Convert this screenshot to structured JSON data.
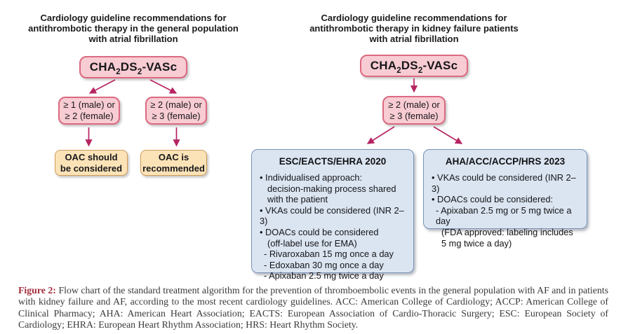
{
  "colors": {
    "pink_fill": "#f8ccd3",
    "pink_border": "#dc6a81",
    "orange_fill": "#fce3b7",
    "orange_border": "#d09c58",
    "blue_fill": "#dbe5f1",
    "blue_border": "#7793ba",
    "arrow": "#b62562",
    "caption_label": "#a32c3b"
  },
  "left_panel": {
    "title_lines": [
      "Cardiology guideline recommendations for",
      "antithrombotic therapy in the general population",
      "with atrial fibrillation"
    ],
    "score_box": {
      "parts": [
        "CHA",
        "2",
        "DS",
        "2",
        "-VASc"
      ]
    },
    "criteria_low": {
      "line1": "≥ 1 (male) or",
      "line2": "≥ 2 (female)"
    },
    "criteria_high": {
      "line1": "≥ 2 (male) or",
      "line2": "≥ 3 (female)"
    },
    "outcome_considered": {
      "line1": "OAC should",
      "line2": "be considered"
    },
    "outcome_recommended": {
      "line1": "OAC is",
      "line2": "recommended"
    }
  },
  "right_panel": {
    "title_lines": [
      "Cardiology guideline recommendations for",
      "antithrombotic therapy in kidney failure patients",
      "with atrial fibrillation"
    ],
    "score_box": {
      "parts": [
        "CHA",
        "2",
        "DS",
        "2",
        "-VASc"
      ]
    },
    "criteria": {
      "line1": "≥ 2 (male) or",
      "line2": "≥ 3 (female)"
    },
    "esc_box": {
      "title": "ESC/EACTS/EHRA 2020",
      "lines": [
        "• Individualised approach:",
        "decision-making process shared",
        "with the patient",
        "• VKAs could be considered (INR 2–3)",
        "• DOACs could be considered",
        "(off-label use for EMA)",
        "- Rivaroxaban 15 mg once a day",
        "- Edoxaban 30 mg once a day",
        "- Apixaban 2.5 mg twice a day"
      ]
    },
    "aha_box": {
      "title": "AHA/ACC/ACCP/HRS 2023",
      "lines": [
        "• VKAs could be considered (INR 2–3)",
        "• DOACs could be considered:",
        "- Apixaban 2.5 mg or 5 mg twice a day",
        "(FDA approved: labeling includes",
        "5 mg twice a day)"
      ]
    }
  },
  "caption": {
    "label": "Figure 2:",
    "text": " Flow chart of the standard treatment algorithm for the prevention of thromboembolic events in the general population with AF and in patients with kidney failure and AF, according to the most recent cardiology guidelines. ACC: American College of Cardiology; ACCP: American College of Clinical Pharmacy; AHA: American Heart Association; EACTS: European Association of Cardio-Thoracic Surgery; ESC: European Society of Cardiology; EHRA: European Heart Rhythm Association; HRS: Heart Rhythm Society."
  }
}
